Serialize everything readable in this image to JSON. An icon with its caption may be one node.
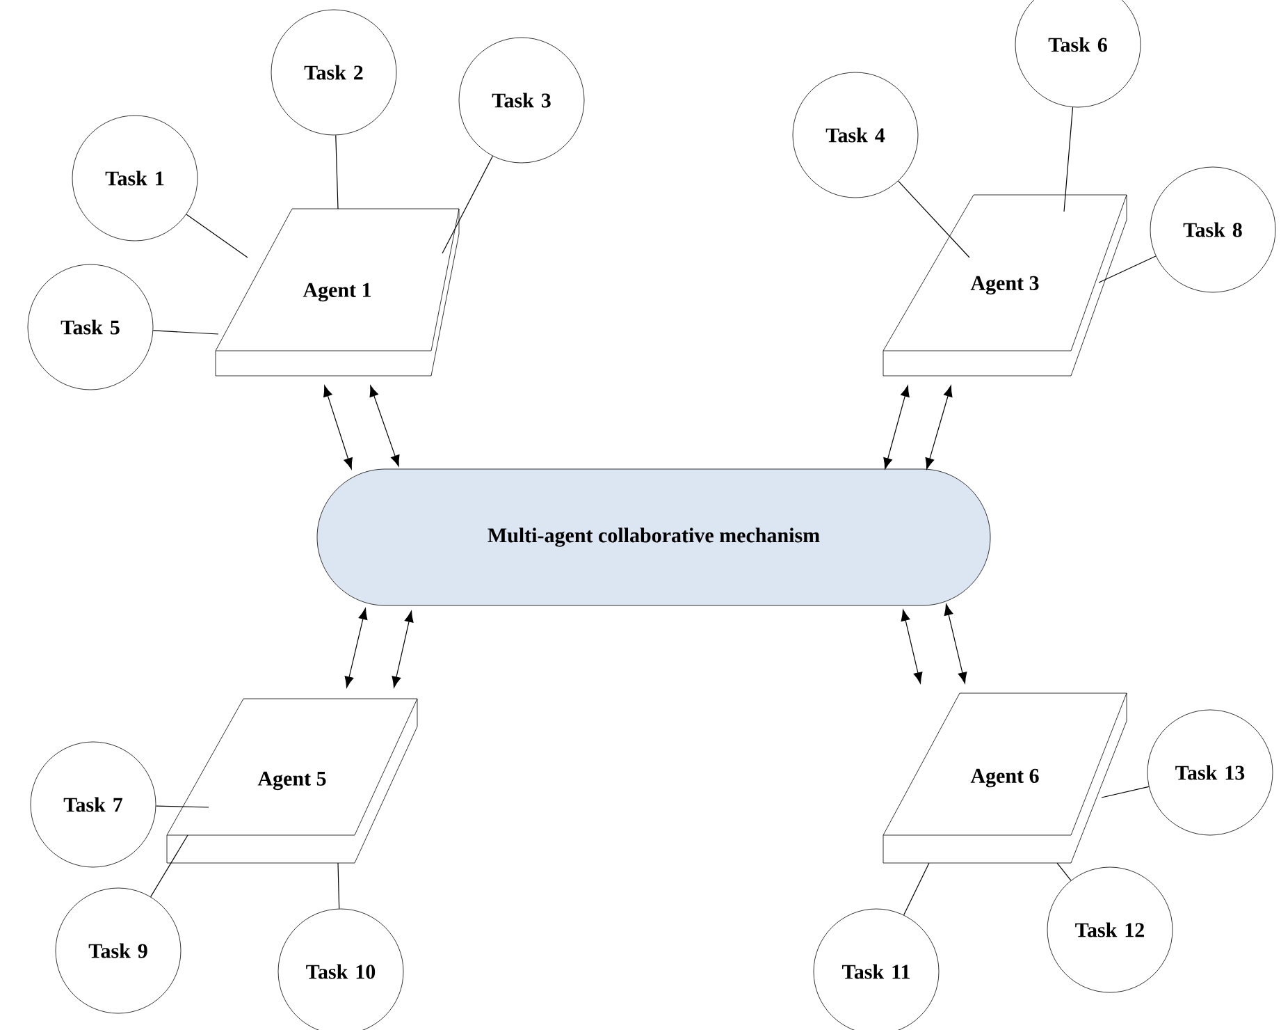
{
  "diagram": {
    "nodes": [
      {
        "text": [
          "Task 2"
        ]
      },
      {
        "text": [
          "Task 6"
        ]
      },
      {
        "text": [
          "Task 3"
        ]
      },
      {
        "text": [
          "Task 4"
        ]
      },
      {
        "text": [
          "Task 1"
        ]
      },
      {
        "text": [
          "Task 8"
        ]
      },
      {
        "text": [
          "Agent 1"
        ]
      },
      {
        "text": [
          "Agent 3"
        ]
      },
      {
        "text": [
          "Task 5"
        ]
      },
      {
        "text": [
          "Multi-agent collaborative mechanism"
        ]
      },
      {
        "text": [
          "Agent 5"
        ]
      },
      {
        "text": [
          "Agent 6"
        ]
      },
      {
        "text": [
          "Task 7"
        ]
      },
      {
        "text": [
          "Task 13"
        ]
      },
      {
        "text": [
          "Task 9"
        ]
      },
      {
        "text": [
          "Task 12"
        ]
      },
      {
        "text": [
          "Task 10"
        ]
      },
      {
        "text": [
          "Task 11"
        ]
      }
    ],
    "edges": [
      {
        "from": 4,
        "to": 6,
        "arrow": "none"
      },
      {
        "from": 0,
        "to": 6,
        "arrow": "none"
      },
      {
        "from": 2,
        "to": 6,
        "arrow": "none"
      },
      {
        "from": 8,
        "to": 6,
        "arrow": "none"
      },
      {
        "from": 3,
        "to": 7,
        "arrow": "none"
      },
      {
        "from": 1,
        "to": 7,
        "arrow": "none"
      },
      {
        "from": 5,
        "to": 7,
        "arrow": "none"
      },
      {
        "from": 12,
        "to": 10,
        "arrow": "none"
      },
      {
        "from": 14,
        "to": 10,
        "arrow": "none"
      },
      {
        "from": 16,
        "to": 10,
        "arrow": "none"
      },
      {
        "from": 13,
        "to": 11,
        "arrow": "none"
      },
      {
        "from": 15,
        "to": 11,
        "arrow": "none"
      },
      {
        "from": 17,
        "to": 11,
        "arrow": "none"
      },
      {
        "from": 6,
        "to": 9,
        "arrow": "both"
      },
      {
        "from": 6,
        "to": 9,
        "arrow": "both"
      },
      {
        "from": 7,
        "to": 9,
        "arrow": "both"
      },
      {
        "from": 7,
        "to": 9,
        "arrow": "both"
      },
      {
        "from": 10,
        "to": 9,
        "arrow": "both"
      },
      {
        "from": 10,
        "to": 9,
        "arrow": "both"
      },
      {
        "from": 11,
        "to": 9,
        "arrow": "both"
      },
      {
        "from": 11,
        "to": 9,
        "arrow": "both"
      }
    ]
  }
}
